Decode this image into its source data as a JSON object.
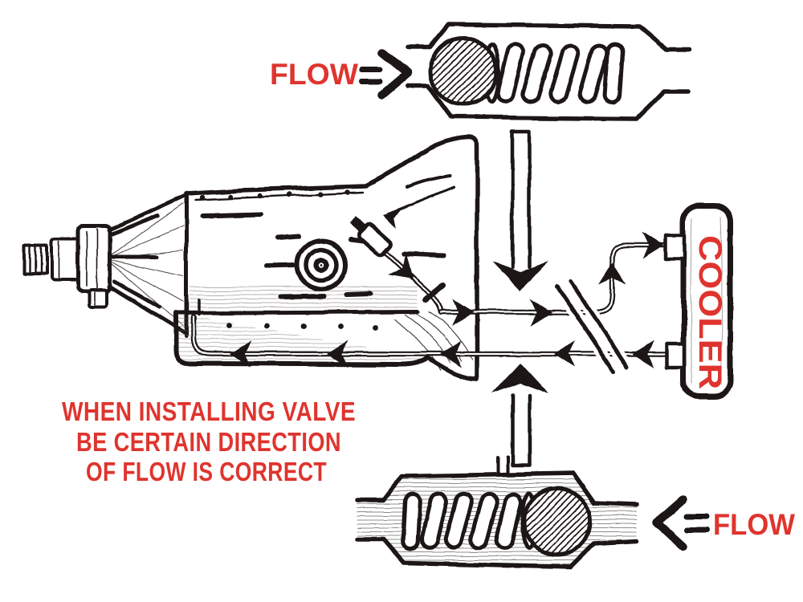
{
  "colors": {
    "red": "#df342e",
    "ink": "#1b1713",
    "paper": "#ffffff"
  },
  "labels": {
    "flow_top": "FLOW",
    "flow_bottom": "FLOW",
    "cooler": "COOLER",
    "warning_line1": "WHEN INSTALLING VALVE",
    "warning_line2": "BE CERTAIN DIRECTION",
    "warning_line3": "OF FLOW IS CORRECT"
  },
  "icons": {
    "flow_right_arrow": "⇒",
    "flow_left_arrow": "⇐",
    "down_arrow": "↓",
    "up_arrow": "↑"
  },
  "diagram": {
    "type": "technical-illustration",
    "style": "hand-drawn pen-and-ink sketch",
    "subject": "Automatic transmission cooler line check valve installation",
    "components": [
      {
        "name": "top-check-valve",
        "ball": "left",
        "spring": "right",
        "flow_direction": "right"
      },
      {
        "name": "bottom-check-valve",
        "ball": "right",
        "spring": "left",
        "flow_direction": "left"
      },
      {
        "name": "automatic-transmission",
        "position": "left",
        "details": [
          "tailshaft",
          "output flange",
          "oil pan",
          "bell housing",
          "dipstick tube",
          "torque converter boss"
        ]
      },
      {
        "name": "cooler",
        "position": "right",
        "fittings": 2
      },
      {
        "name": "supply-line",
        "route": "transmission to cooler top fitting",
        "arrows": "rightward and upward"
      },
      {
        "name": "return-line",
        "route": "cooler bottom fitting to transmission pan",
        "arrows": "leftward"
      },
      {
        "name": "break-slashes",
        "meaning": "line cut where valve installs"
      }
    ]
  }
}
